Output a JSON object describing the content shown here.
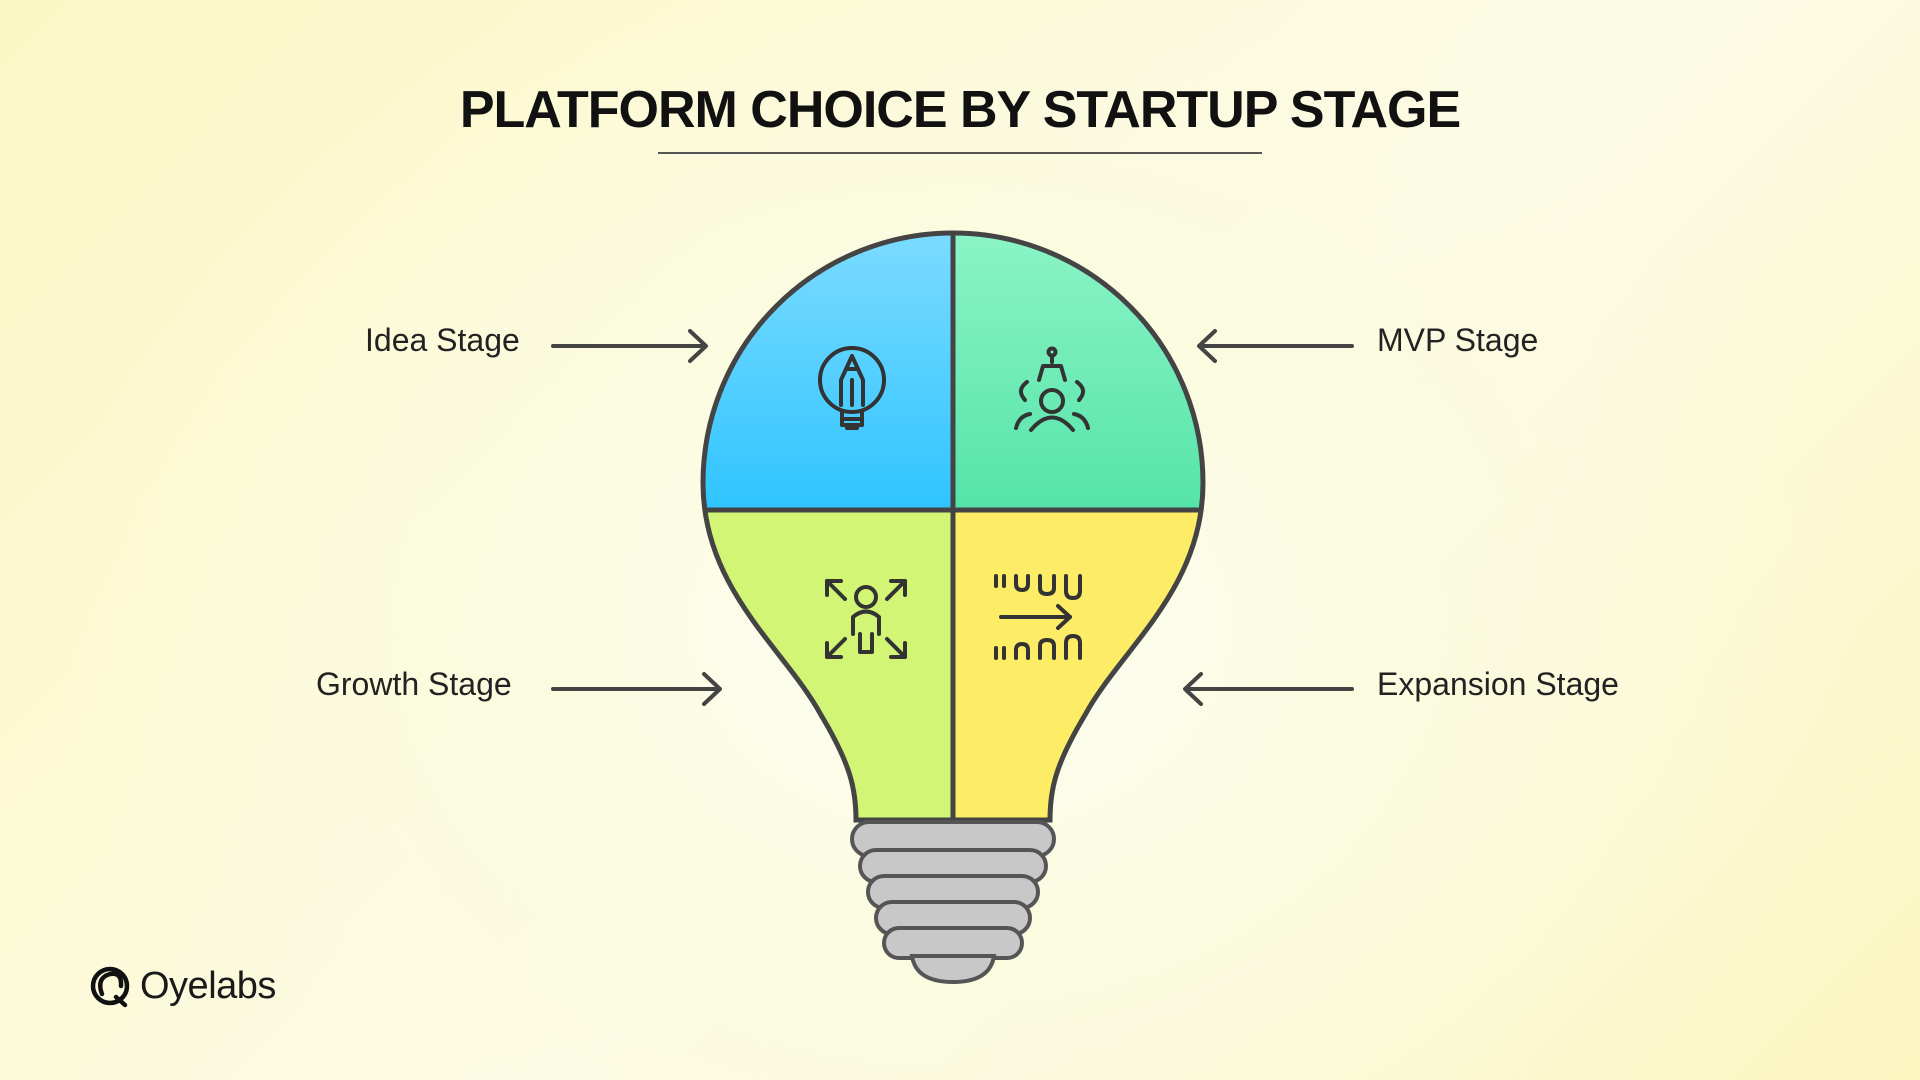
{
  "title": "PLATFORM CHOICE BY STARTUP STAGE",
  "stages": [
    {
      "label": "Idea Stage",
      "icon": "lightbulb-pencil-icon",
      "color": "#3fcaff"
    },
    {
      "label": "MVP Stage",
      "icon": "team-robot-icon",
      "color": "#6fedb8"
    },
    {
      "label": "Growth Stage",
      "icon": "person-expand-icon",
      "color": "#d2f576"
    },
    {
      "label": "Expansion Stage",
      "icon": "scale-arrow-icon",
      "color": "#fdec65"
    }
  ],
  "brand": {
    "name": "Oyelabs",
    "icon": "oyelabs-logo-icon"
  }
}
